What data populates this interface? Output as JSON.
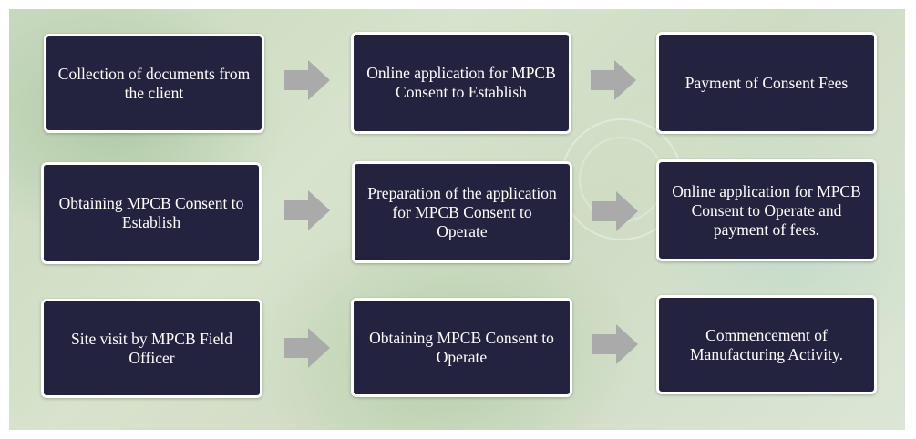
{
  "flow": {
    "rows": [
      {
        "steps": [
          {
            "label": "Collection of documents from the client"
          },
          {
            "label": "Online application for MPCB Consent to Establish"
          },
          {
            "label": "Payment of Consent Fees"
          }
        ]
      },
      {
        "steps": [
          {
            "label": "Obtaining MPCB Consent to Establish"
          },
          {
            "label": "Preparation of the application for MPCB Consent to Operate"
          },
          {
            "label": "Online application for MPCB Consent to Operate and payment of fees."
          }
        ]
      },
      {
        "steps": [
          {
            "label": "Site visit by MPCB Field Officer"
          },
          {
            "label": "Obtaining MPCB Consent to Operate"
          },
          {
            "label": "Commencement of Manufacturing Activity."
          }
        ]
      }
    ]
  },
  "colors": {
    "box_fill": "#23233f",
    "box_border": "#ffffff",
    "arrow_fill": "#a9aaa9",
    "text": "#ffffff"
  },
  "icons": {
    "arrow": "right-arrow-icon"
  }
}
